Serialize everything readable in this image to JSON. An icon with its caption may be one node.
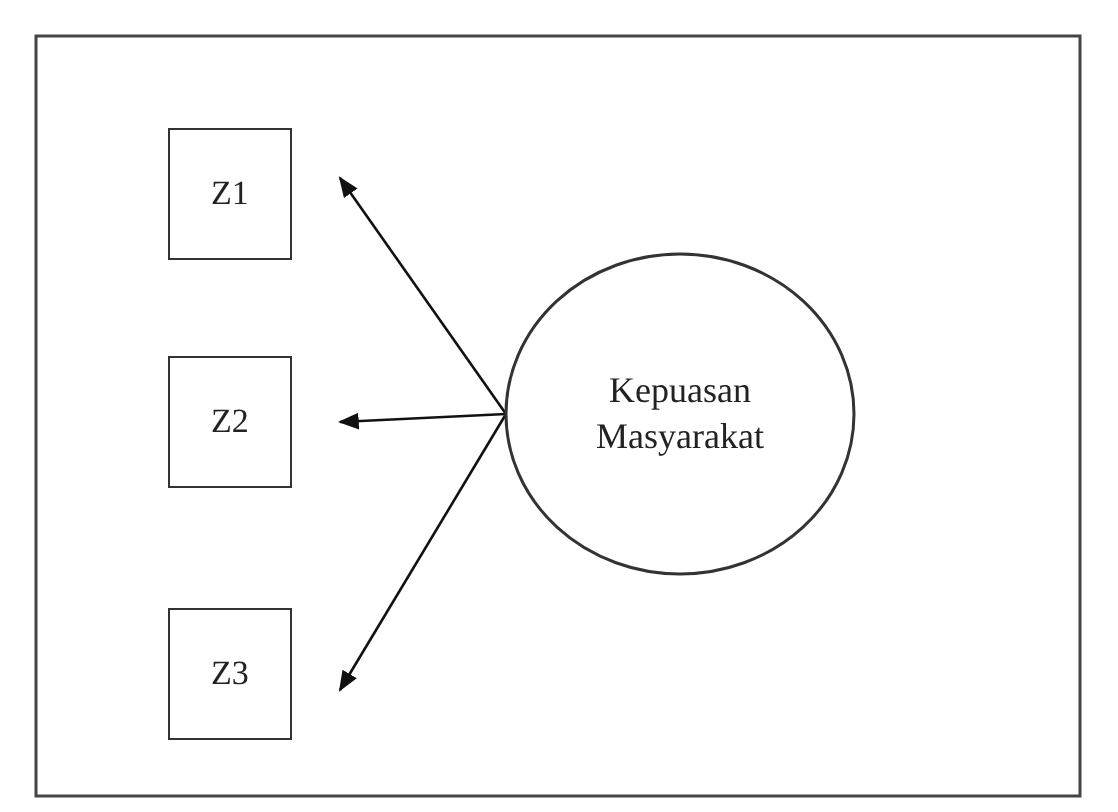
{
  "diagram": {
    "nodes": [
      {
        "text": [
          "Z1"
        ]
      },
      {
        "text": [
          "Z2"
        ]
      },
      {
        "text": [
          "Z3"
        ]
      },
      {
        "text": [
          "Kepuasan Masyarakat"
        ]
      }
    ],
    "edges": [
      {
        "from": 3,
        "to": 0,
        "arrow": "to"
      },
      {
        "from": 3,
        "to": 1,
        "arrow": "to"
      },
      {
        "from": 3,
        "to": 2,
        "arrow": "to"
      }
    ]
  }
}
